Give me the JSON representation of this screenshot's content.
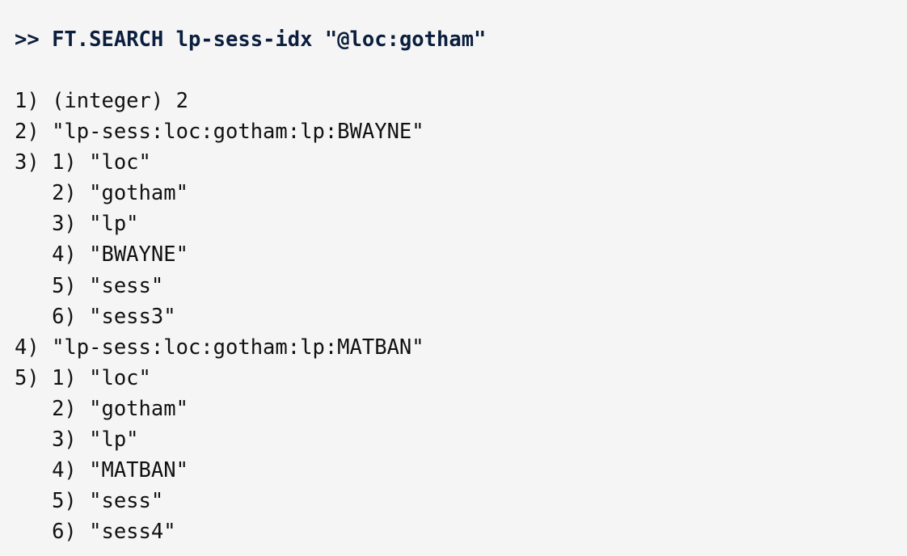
{
  "command": {
    "prompt": ">>",
    "text": "FT.SEARCH lp-sess-idx \"@loc:gotham\""
  },
  "output": [
    {
      "prefix": "1) ",
      "text": "(integer) 2"
    },
    {
      "prefix": "2) ",
      "text": "\"lp-sess:loc:gotham:lp:BWAYNE\""
    },
    {
      "prefix": "3) ",
      "text": "1) \"loc\""
    },
    {
      "prefix": "   ",
      "text": "2) \"gotham\""
    },
    {
      "prefix": "   ",
      "text": "3) \"lp\""
    },
    {
      "prefix": "   ",
      "text": "4) \"BWAYNE\""
    },
    {
      "prefix": "   ",
      "text": "5) \"sess\""
    },
    {
      "prefix": "   ",
      "text": "6) \"sess3\""
    },
    {
      "prefix": "4) ",
      "text": "\"lp-sess:loc:gotham:lp:MATBAN\""
    },
    {
      "prefix": "5) ",
      "text": "1) \"loc\""
    },
    {
      "prefix": "   ",
      "text": "2) \"gotham\""
    },
    {
      "prefix": "   ",
      "text": "3) \"lp\""
    },
    {
      "prefix": "   ",
      "text": "4) \"MATBAN\""
    },
    {
      "prefix": "   ",
      "text": "5) \"sess\""
    },
    {
      "prefix": "   ",
      "text": "6) \"sess4\""
    }
  ]
}
